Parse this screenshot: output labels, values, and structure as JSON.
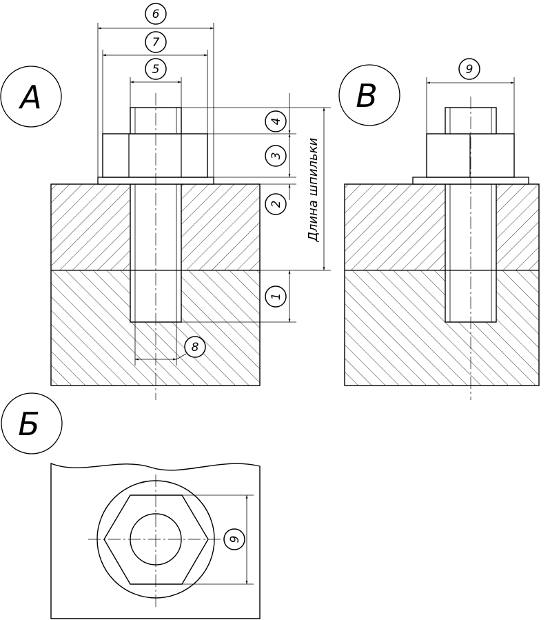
{
  "views": {
    "a": {
      "letter": "А"
    },
    "b": {
      "letter": "Б"
    },
    "v": {
      "letter": "В"
    }
  },
  "callouts": {
    "n1": "1",
    "n2": "2",
    "n3": "3",
    "n4": "4",
    "n5": "5",
    "n6": "6",
    "n7": "7",
    "n8": "8",
    "n9_top": "9",
    "n9_plan": "9"
  },
  "stud_length_label": "Длина шпильки"
}
